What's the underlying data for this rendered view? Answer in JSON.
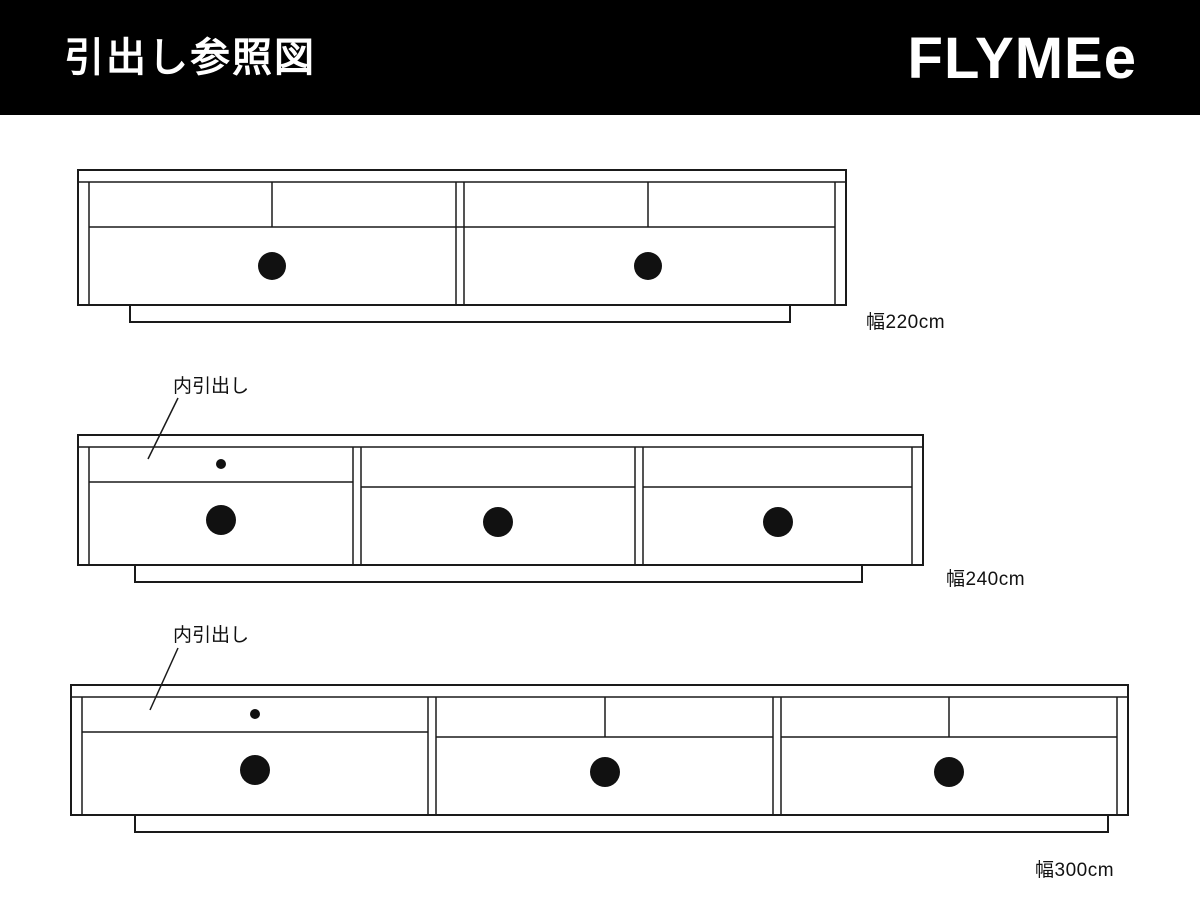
{
  "header": {
    "title": "引出し参照図",
    "logo": "FLYMEe"
  },
  "diagrams": {
    "d220": {
      "width_label": "幅220cm"
    },
    "d240": {
      "width_label": "幅240cm",
      "annotation": "内引出し"
    },
    "d300": {
      "width_label": "幅300cm",
      "annotation": "内引出し"
    }
  },
  "colors": {
    "header_bg": "#000000",
    "header_fg": "#ffffff",
    "line": "#1a1a1a",
    "knob": "#111111",
    "background": "#ffffff"
  }
}
